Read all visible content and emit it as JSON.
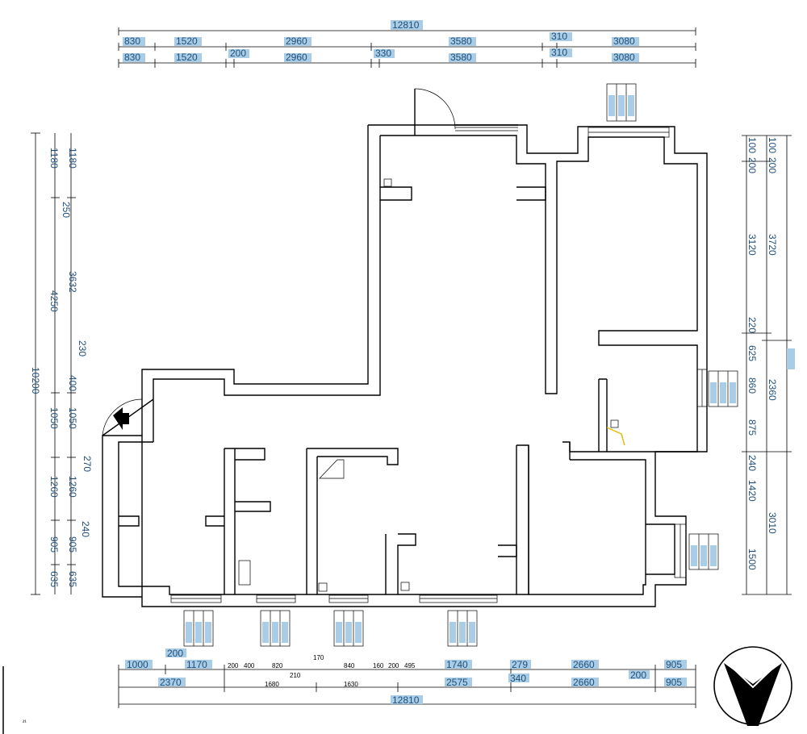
{
  "dimensions": {
    "top_total": "12810",
    "top_row1": [
      "830",
      "1520",
      "2960",
      "3580",
      "310",
      "3080"
    ],
    "top_row2": [
      "830",
      "1520",
      "200",
      "2960",
      "330",
      "3580",
      "310",
      "3080"
    ],
    "bottom_row1": [
      "1000",
      "200",
      "1170",
      "1740",
      "279",
      "2660",
      "200",
      "905"
    ],
    "bottom_row1_small": [
      "200",
      "400",
      "820",
      "170",
      "840",
      "160",
      "200",
      "495"
    ],
    "bottom_row1_mid": "210",
    "bottom_row2": [
      "2370",
      "1680",
      "1630",
      "2575",
      "340",
      "2660",
      "905"
    ],
    "bottom_total": "12810",
    "left_outer_total": "10200",
    "left_outer": [
      "1180",
      "4250",
      "1050",
      "1260",
      "905",
      "635"
    ],
    "left_inner": [
      "1180",
      "250",
      "3632",
      "230",
      "400",
      "1050",
      "270",
      "1260",
      "240",
      "905",
      "635"
    ],
    "right_inner": [
      "100",
      "200",
      "3120",
      "220",
      "625",
      "860",
      "875",
      "240",
      "1420",
      "1500"
    ],
    "right_outer": [
      "100",
      "200",
      "3720",
      "2360",
      "3010"
    ]
  },
  "symbols": {
    "north_arrow": "north-arrow",
    "window_tags": [
      "window-tag",
      "window-tag",
      "window-tag",
      "window-tag",
      "window-tag",
      "window-tag",
      "window-tag"
    ]
  }
}
